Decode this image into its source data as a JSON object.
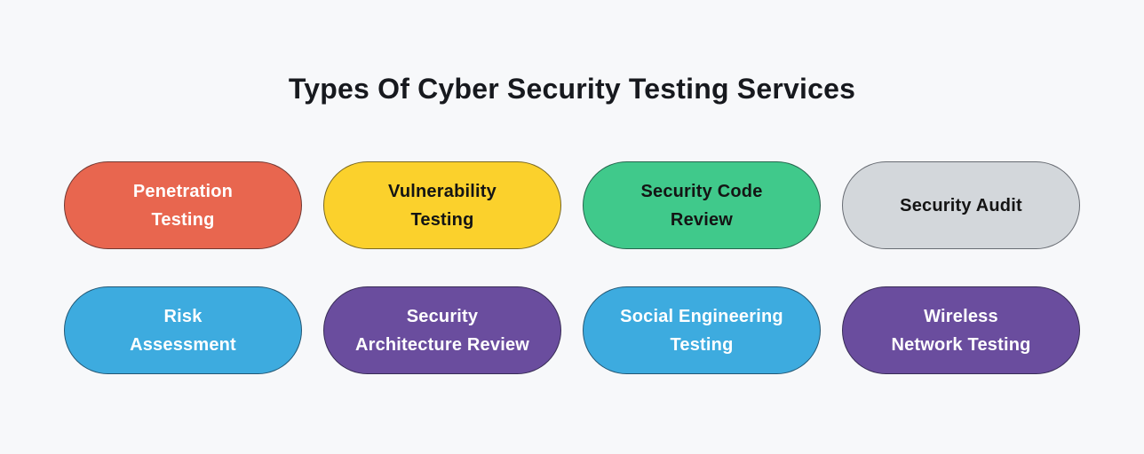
{
  "title": "Types Of Cyber Security Testing Services",
  "colors": {
    "page_background": "#f7f8fa",
    "title_text": "#17191e"
  },
  "cards": [
    {
      "label": "Penetration Testing",
      "lines": [
        "Penetration",
        "Testing"
      ],
      "bg": "#e8664f",
      "text": "#ffffff"
    },
    {
      "label": "Vulnerability Testing",
      "lines": [
        "Vulnerability",
        "Testing"
      ],
      "bg": "#fbd12c",
      "text": "#141414"
    },
    {
      "label": "Security Code Review",
      "lines": [
        "Security Code",
        "Review"
      ],
      "bg": "#40c98b",
      "text": "#141414"
    },
    {
      "label": "Security Audit",
      "lines": [
        "Security Audit"
      ],
      "bg": "#d3d7db",
      "text": "#141414"
    },
    {
      "label": "Risk Assessment",
      "lines": [
        "Risk",
        "Assessment"
      ],
      "bg": "#3dabdf",
      "text": "#ffffff"
    },
    {
      "label": "Security Architecture Review",
      "lines": [
        "Security",
        "Architecture Review"
      ],
      "bg": "#6a4d9e",
      "text": "#ffffff"
    },
    {
      "label": "Social Engineering Testing",
      "lines": [
        "Social Engineering",
        "Testing"
      ],
      "bg": "#3dabdf",
      "text": "#ffffff"
    },
    {
      "label": "Wireless Network Testing",
      "lines": [
        "Wireless",
        "Network Testing"
      ],
      "bg": "#6a4d9e",
      "text": "#ffffff"
    }
  ]
}
